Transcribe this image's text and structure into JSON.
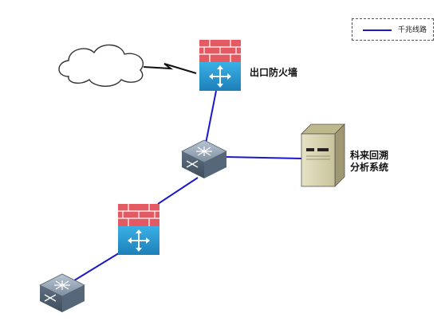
{
  "legend": {
    "line_label": "千兆线路",
    "line_color": "#1a1ac8"
  },
  "nodes": {
    "firewall_top": {
      "label": "出口防火墙"
    },
    "server": {
      "label_line1": "科来回溯",
      "label_line2": "分析系统"
    }
  },
  "colors": {
    "link": "#1a1ac8",
    "firewall_brick": "#e45a63",
    "firewall_base": "#2a9bd3",
    "switch_body": "#6d7f92",
    "server_body": "#d8d3b0"
  }
}
